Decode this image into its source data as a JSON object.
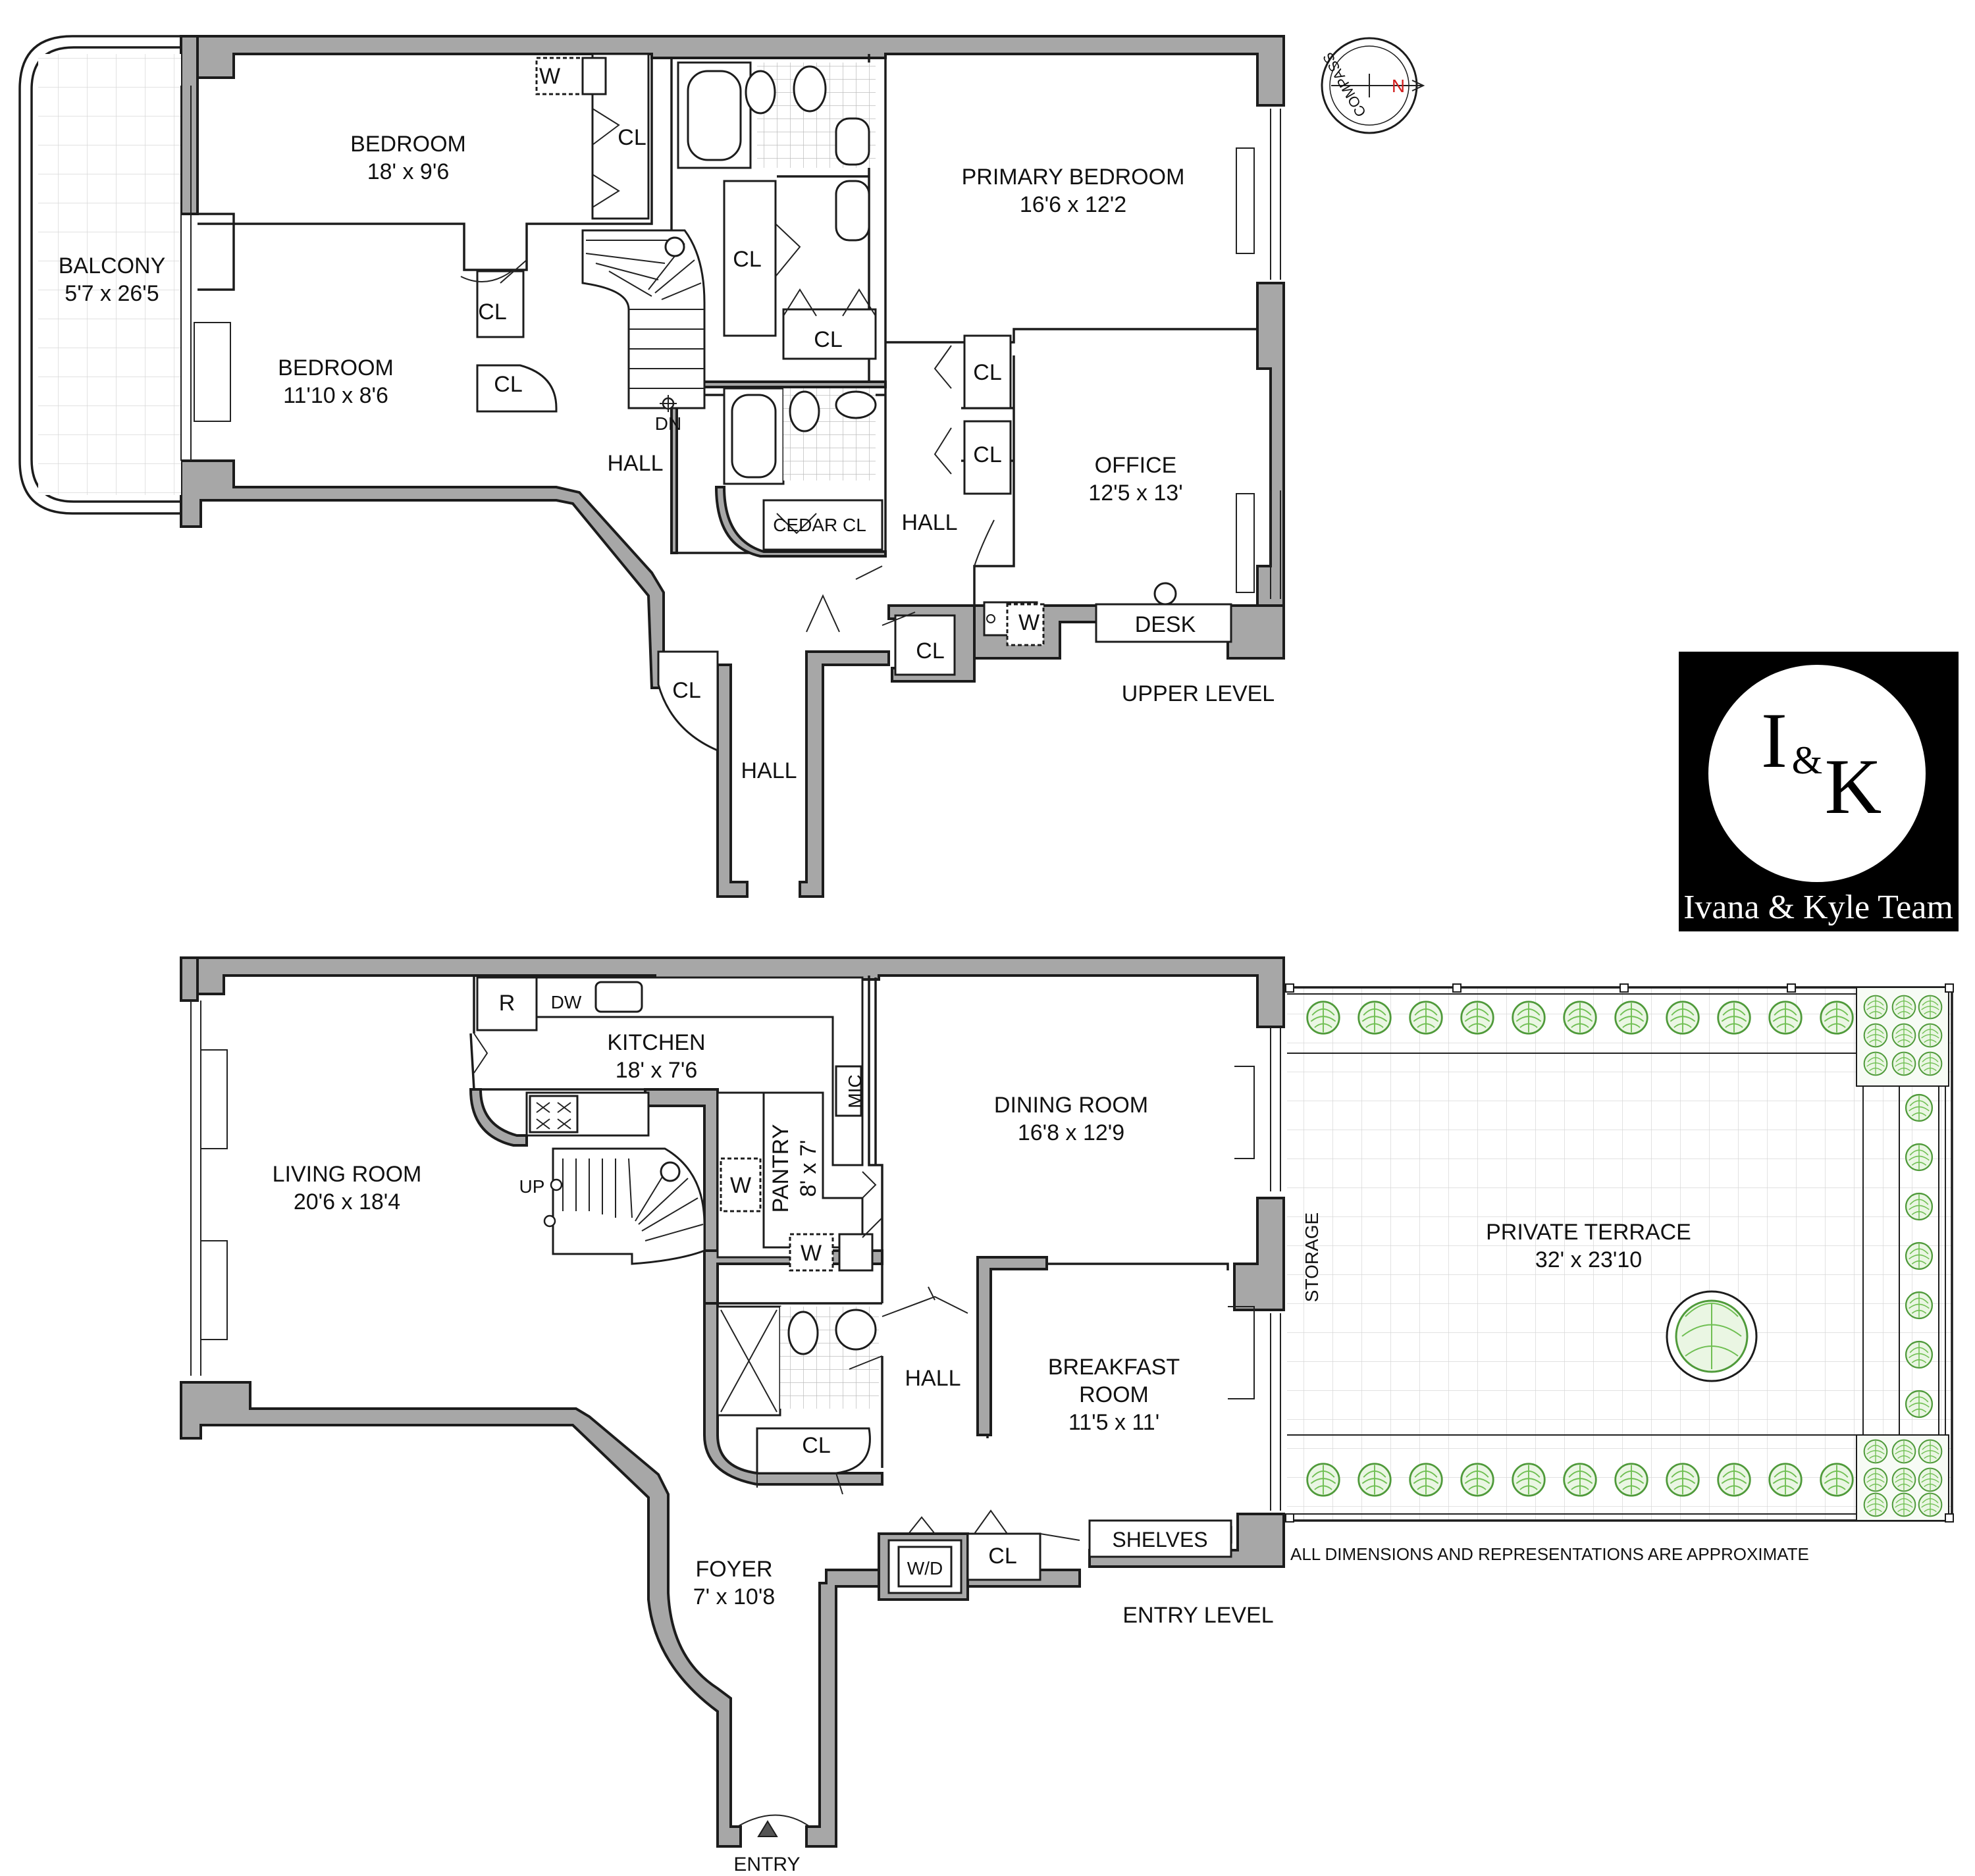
{
  "compass": {
    "label": "COMPASS",
    "north": "N"
  },
  "upper_level": {
    "level_label": "UPPER LEVEL",
    "rooms": {
      "bedroom1": {
        "name": "BEDROOM",
        "dims": "18' x 9'6"
      },
      "bedroom2": {
        "name": "BEDROOM",
        "dims": "11'10 x 8'6"
      },
      "balcony": {
        "name": "BALCONY",
        "dims": "5'7 x 26'5"
      },
      "primary_bedroom": {
        "name": "PRIMARY BEDROOM",
        "dims": "16'6 x 12'2"
      },
      "office": {
        "name": "OFFICE",
        "dims": "12'5 x 13'"
      }
    },
    "labels": {
      "closet": "CL",
      "cedar_closet": "CEDAR CL",
      "hall": "HALL",
      "stairs_down": "DN",
      "desk": "DESK",
      "washer": "W"
    }
  },
  "entry_level": {
    "level_label": "ENTRY LEVEL",
    "rooms": {
      "living_room": {
        "name": "LIVING ROOM",
        "dims": "20'6 x 18'4"
      },
      "kitchen": {
        "name": "KITCHEN",
        "dims": "18' x 7'6"
      },
      "pantry": {
        "name": "PANTRY",
        "dims": "8' x 7'"
      },
      "dining_room": {
        "name": "DINING ROOM",
        "dims": "16'8 x 12'9"
      },
      "breakfast_room": {
        "name_line1": "BREAKFAST",
        "name_line2": "ROOM",
        "dims": "11'5 x 11'"
      },
      "foyer": {
        "name": "FOYER",
        "dims": "7' x 10'8"
      },
      "terrace": {
        "name": "PRIVATE TERRACE",
        "dims": "32' x 23'10"
      }
    },
    "labels": {
      "closet": "CL",
      "hall": "HALL",
      "stairs_up": "UP",
      "refrigerator": "R",
      "dishwasher": "DW",
      "microwave": "MIC",
      "washer": "W",
      "washer_dryer": "W/D",
      "storage": "STORAGE",
      "shelves": "SHELVES",
      "entry": "ENTRY"
    }
  },
  "disclaimer": "ALL DIMENSIONS AND REPRESENTATIONS ARE APPROXIMATE",
  "logo": {
    "initial_left": "I",
    "ampersand": "&",
    "initial_right": "K",
    "team_name": "Ivana & Kyle Team"
  }
}
